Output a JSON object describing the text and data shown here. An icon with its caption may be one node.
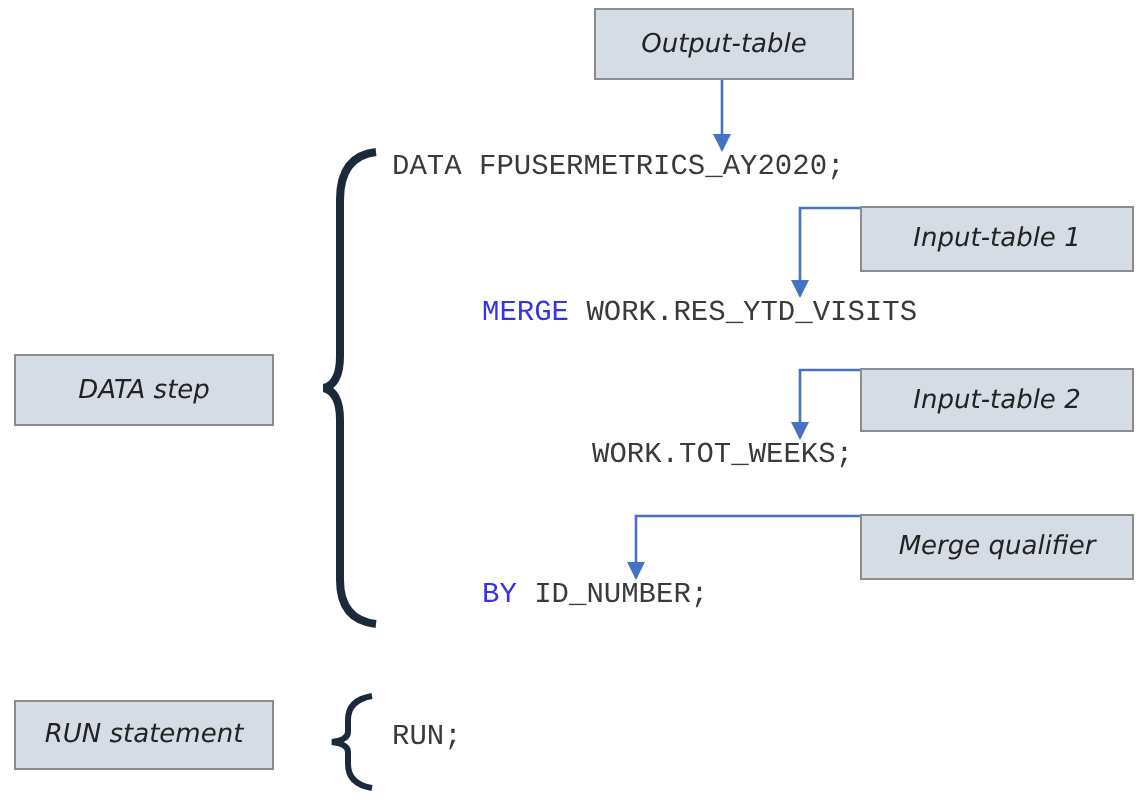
{
  "diagram": {
    "nodes": [
      {
        "text": [
          "Output-table"
        ]
      },
      {
        "text": [
          "DATA FPUSERMETRICS_AY2020;"
        ]
      },
      {
        "text": [
          "Input-table 1"
        ]
      },
      {
        "text": [
          "MERGE",
          "WORK.RES_YTD_VISITS"
        ]
      },
      {
        "text": [
          "DATA step"
        ]
      },
      {
        "text": [
          "Input-table 2"
        ]
      },
      {
        "text": [
          "WORK.TOT_WEEKS;"
        ]
      },
      {
        "text": [
          "Merge qualifier"
        ]
      },
      {
        "text": [
          "BY",
          "ID_NUMBER;"
        ]
      },
      {
        "text": [
          "RUN statement"
        ]
      },
      {
        "text": [
          "RUN;"
        ]
      }
    ],
    "edges": [
      {
        "from": 0,
        "to": 1,
        "arrow": "to"
      },
      {
        "from": 2,
        "to": 3,
        "arrow": "to"
      },
      {
        "from": 5,
        "to": 6,
        "arrow": "to"
      },
      {
        "from": 7,
        "to": 8,
        "arrow": "to"
      }
    ]
  }
}
